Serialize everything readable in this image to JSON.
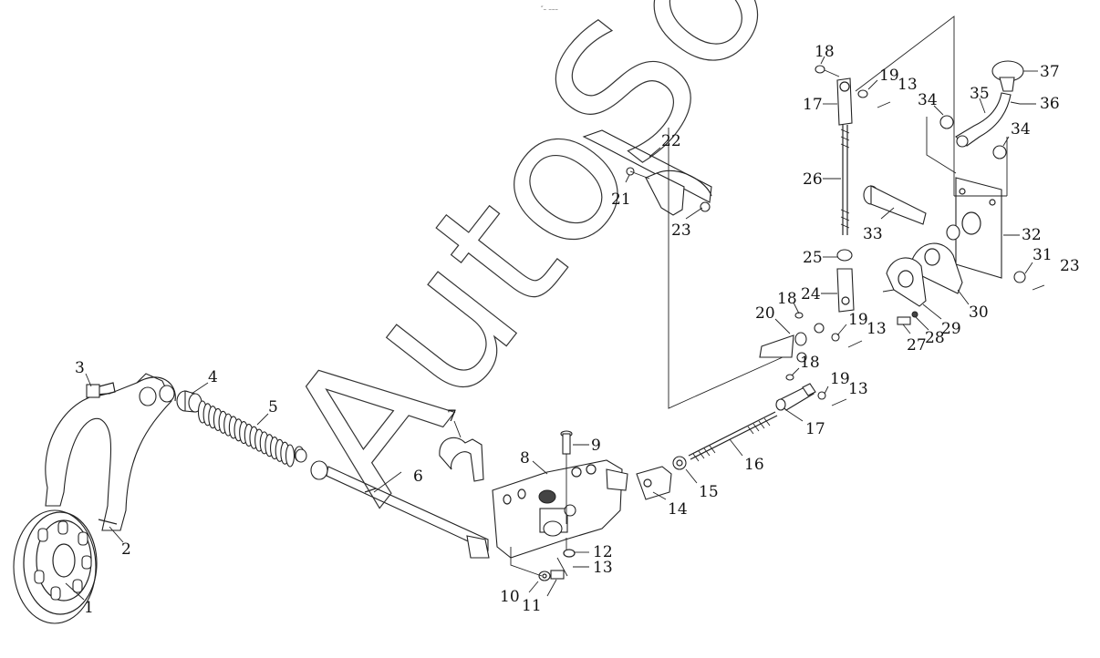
{
  "watermark": {
    "text": "AutoSoft"
  },
  "top_mark": "″– –––",
  "callouts": {
    "c1": "1",
    "c2": "2",
    "c3": "3",
    "c4": "4",
    "c5": "5",
    "c6": "6",
    "c7": "7",
    "c8": "8",
    "c9": "9",
    "c10": "10",
    "c11": "11",
    "c12": "12",
    "c13a": "13",
    "c13b": "13",
    "c13c": "13",
    "c13d": "13",
    "c14": "14",
    "c15": "15",
    "c16": "16",
    "c17a": "17",
    "c17b": "17",
    "c18a": "18",
    "c18b": "18",
    "c18c": "18",
    "c19a": "19",
    "c19b": "19",
    "c19c": "19",
    "c20": "20",
    "c21": "21",
    "c22": "22",
    "c23a": "23",
    "c23b": "23",
    "c24": "24",
    "c25": "25",
    "c26": "26",
    "c27": "27",
    "c28": "28",
    "c29": "29",
    "c30": "30",
    "c31": "31",
    "c32": "32",
    "c33": "33",
    "c34a": "34",
    "c34b": "34",
    "c35": "35",
    "c36": "36",
    "c37": "37"
  }
}
